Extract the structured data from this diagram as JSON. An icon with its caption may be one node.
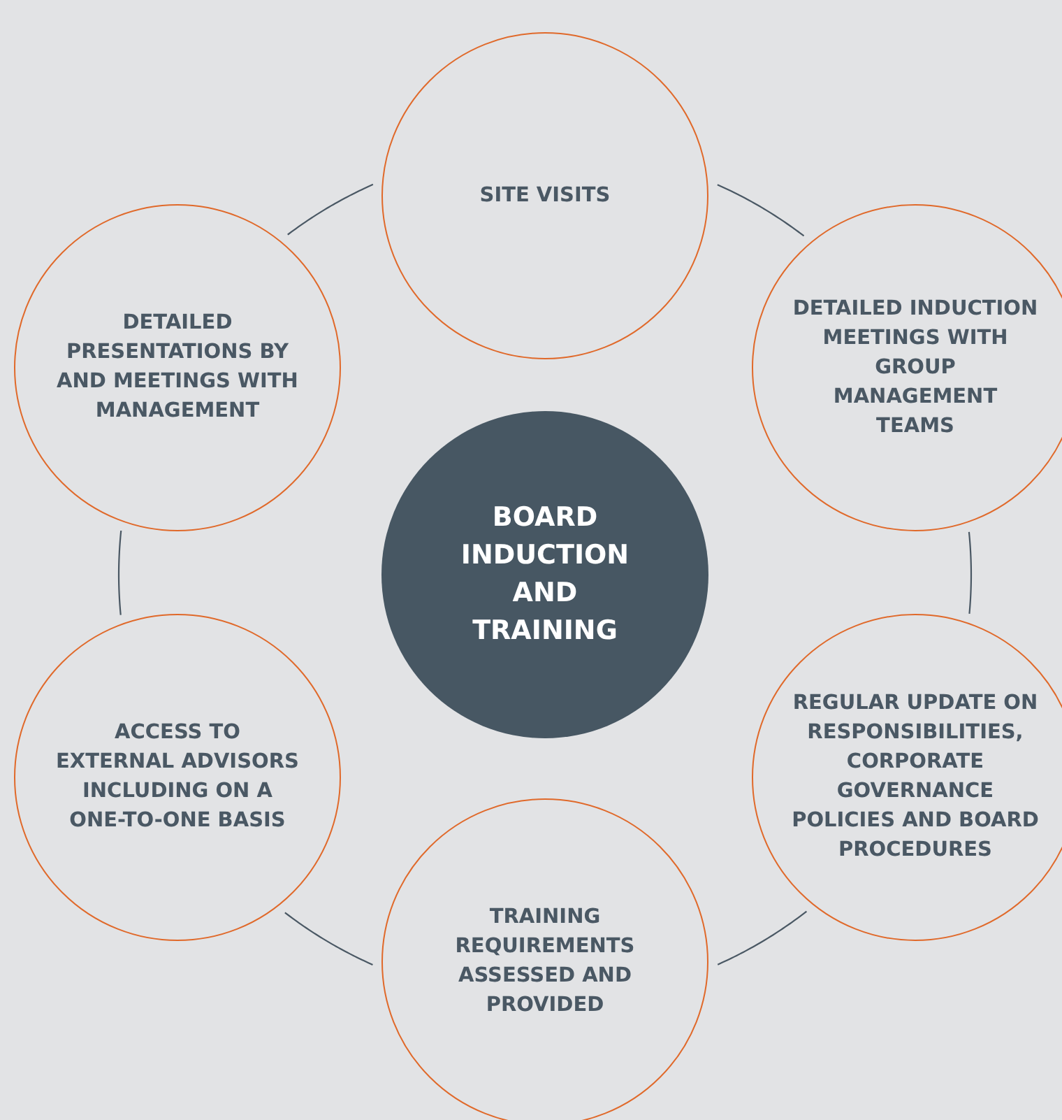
{
  "diagram": {
    "nodes": [
      {
        "text": [
          "BOARD INDUCTION AND TRAINING"
        ]
      },
      {
        "text": [
          "SITE VISITS"
        ]
      },
      {
        "text": [
          "DETAILED INDUCTION MEETINGS WITH GROUP MANAGEMENT TEAMS"
        ]
      },
      {
        "text": [
          "REGULAR UPDATE ON RESPONSIBILITIES, CORPORATE GOVERNANCE POLICIES AND BOARD PROCEDURES"
        ]
      },
      {
        "text": [
          "TRAINING REQUIREMENTS ASSESSED AND PROVIDED"
        ]
      },
      {
        "text": [
          "ACCESS TO EXTERNAL ADVISORS INCLUDING ON A ONE-TO-ONE BASIS"
        ]
      },
      {
        "text": [
          "DETAILED PRESENTATIONS BY AND MEETINGS WITH MANAGEMENT"
        ]
      }
    ],
    "edges": [
      {
        "from": 1,
        "to": 2,
        "arrow": "none"
      },
      {
        "from": 2,
        "to": 3,
        "arrow": "none"
      },
      {
        "from": 3,
        "to": 4,
        "arrow": "none"
      },
      {
        "from": 4,
        "to": 5,
        "arrow": "none"
      },
      {
        "from": 5,
        "to": 6,
        "arrow": "none"
      },
      {
        "from": 6,
        "to": 1,
        "arrow": "none"
      }
    ]
  }
}
